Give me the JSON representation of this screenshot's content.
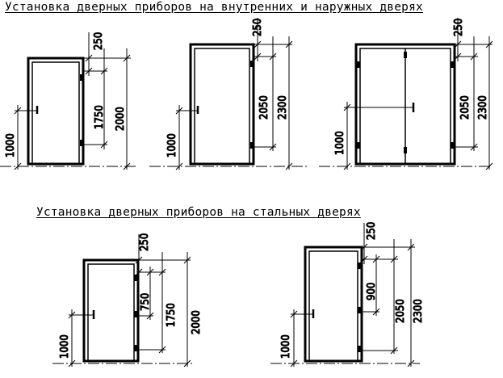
{
  "titles": {
    "top": "Установка дверных приборов на внутренних и наружных дверях",
    "bottom": "Установка дверных приборов на  стальных дверях"
  },
  "doors": [
    {
      "id": "single-2000",
      "labels": {
        "top": "250",
        "mid": "1750",
        "total": "2000",
        "handle": "1000"
      }
    },
    {
      "id": "single-2300",
      "labels": {
        "top": "250",
        "mid": "2050",
        "total": "2300",
        "handle": "1000"
      }
    },
    {
      "id": "double-2300",
      "labels": {
        "top": "250",
        "mid": "2050",
        "total": "2300",
        "handle": "1000"
      }
    },
    {
      "id": "steel-2000",
      "labels": {
        "top": "250",
        "mid2": "750",
        "mid": "1750",
        "total": "2000",
        "handle": "1000"
      }
    },
    {
      "id": "steel-2300",
      "labels": {
        "top": "250",
        "mid2": "900",
        "mid": "2050",
        "total": "2300",
        "handle": "1000"
      }
    }
  ]
}
